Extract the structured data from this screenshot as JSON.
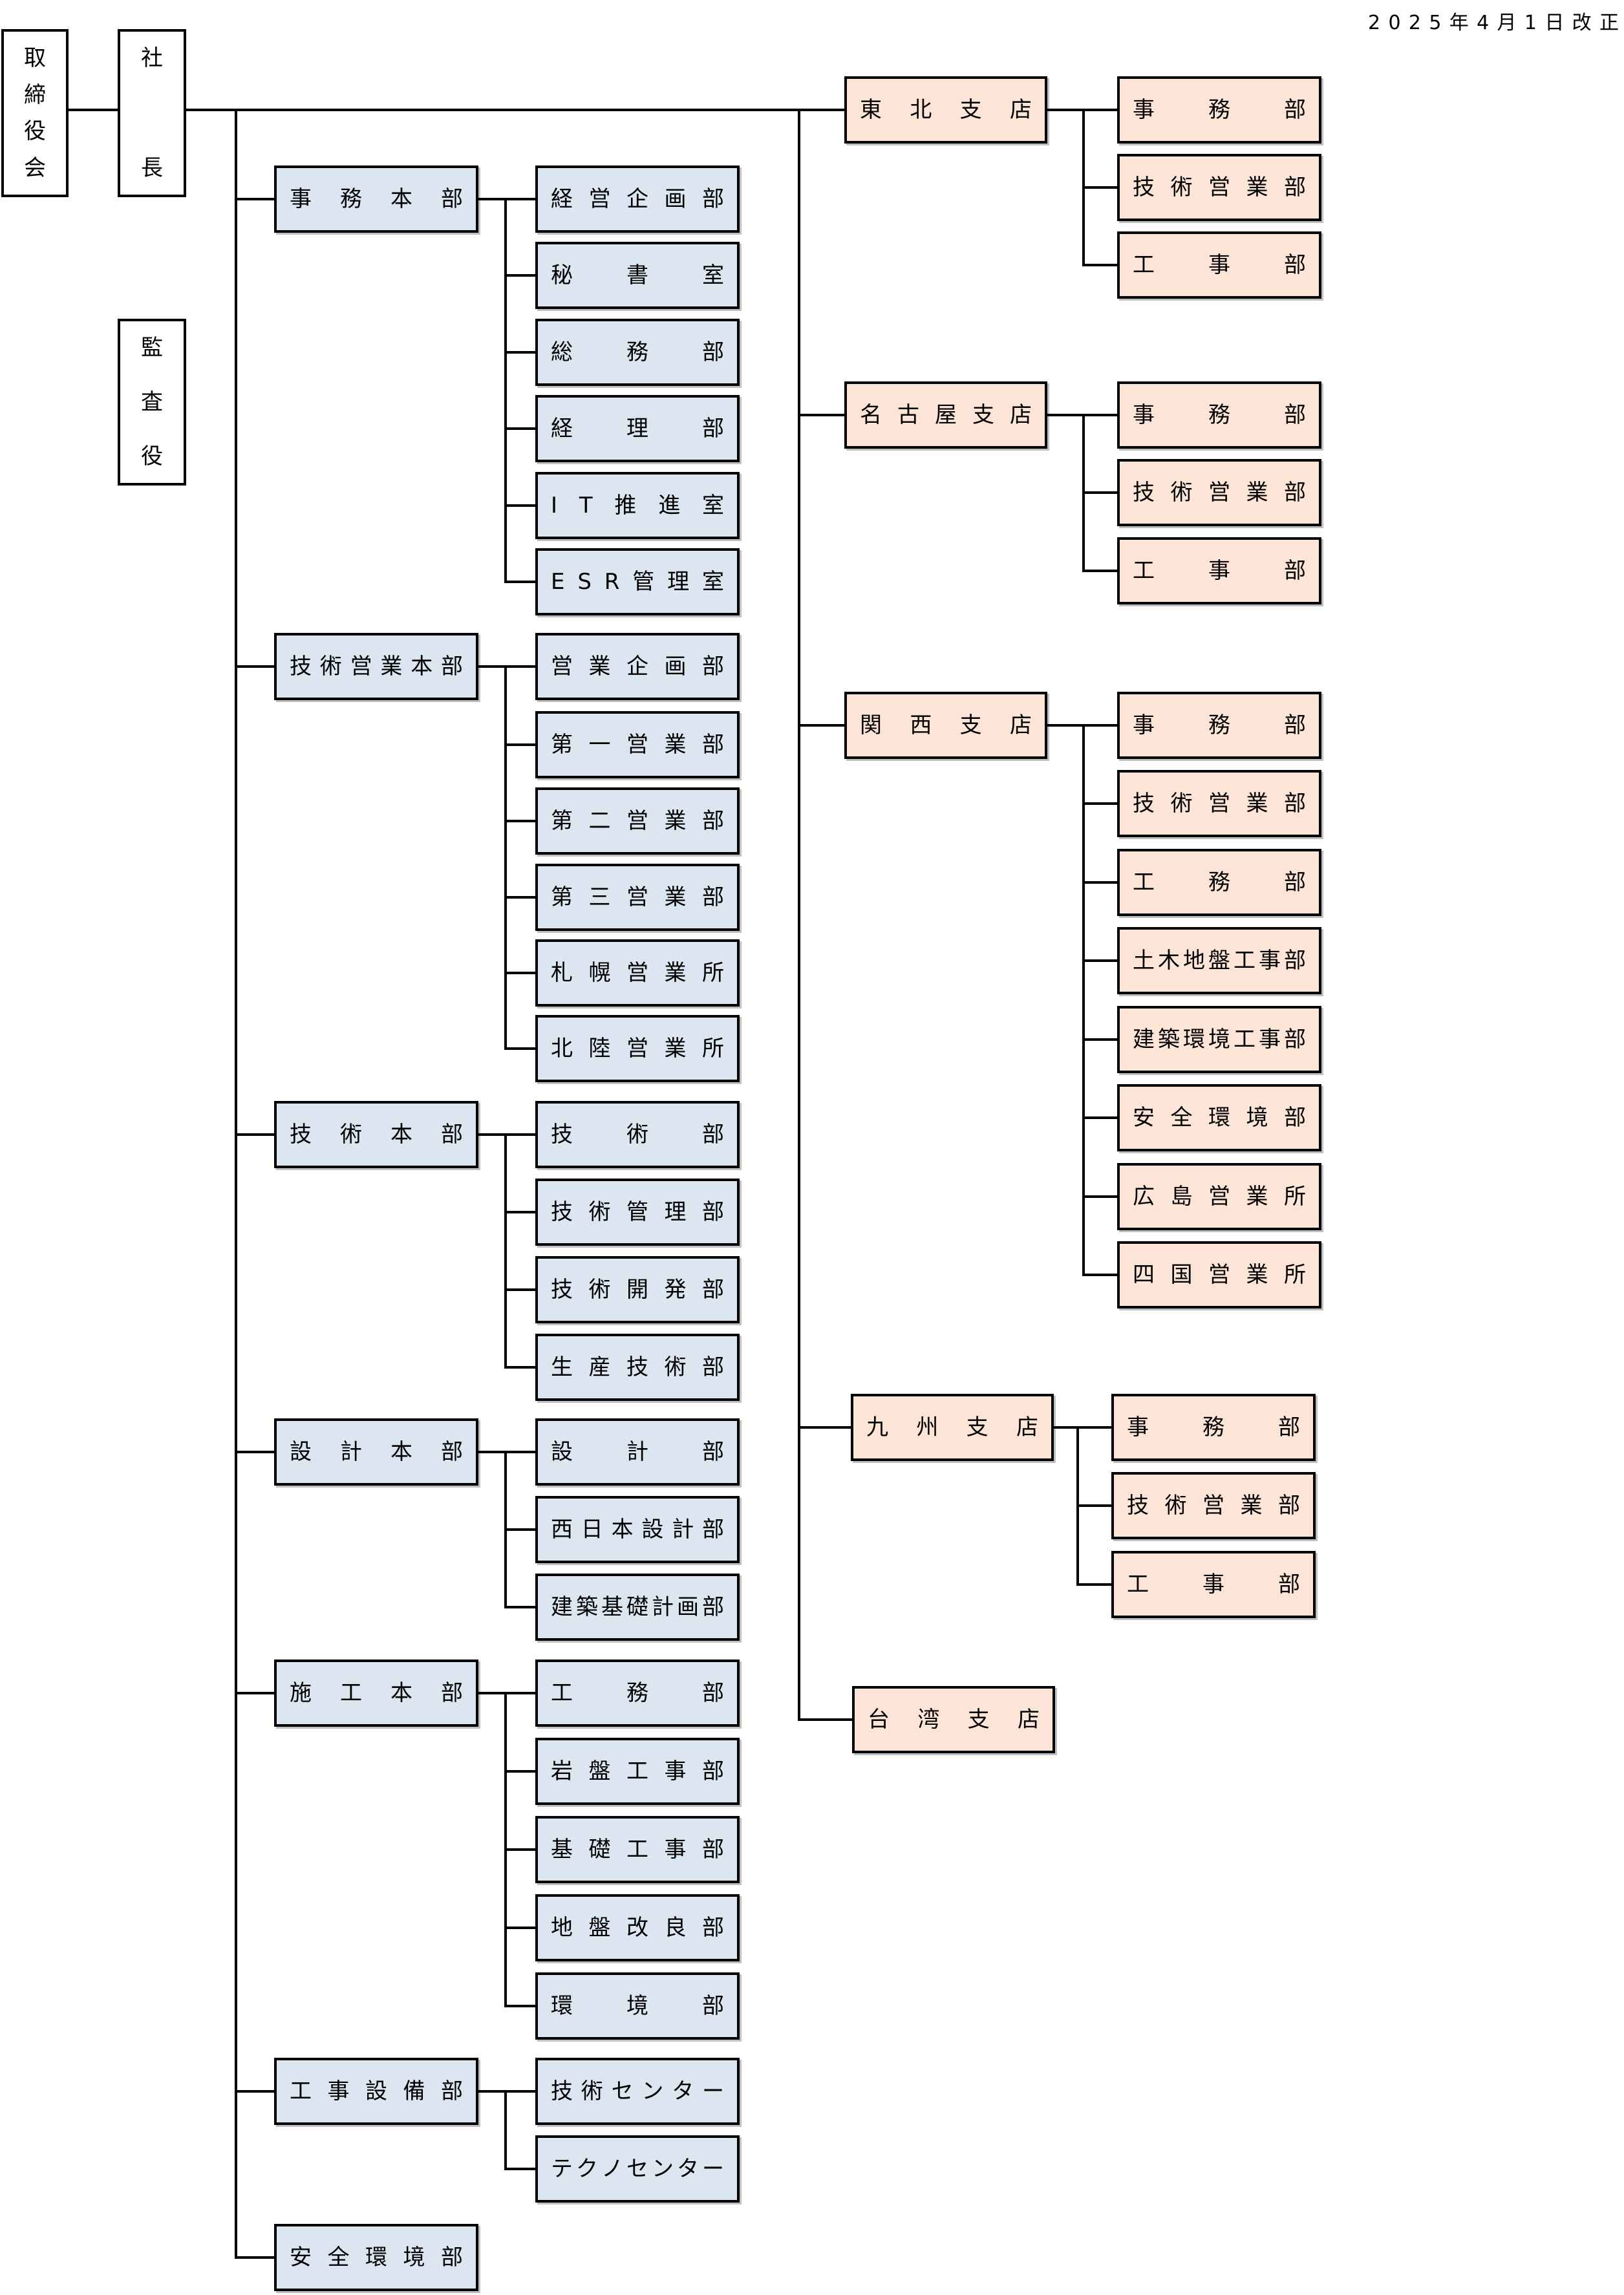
{
  "revision_date": "2025年4月1日改正",
  "colors": {
    "headquarters": "#dce6f1",
    "branch": "#fce4d6",
    "executive": "#ffffff",
    "line": "#000000"
  },
  "executives": {
    "board": "取締役会",
    "president": "社長",
    "auditor": "監査役"
  },
  "headquarters": [
    {
      "name": "事務本部",
      "departments": [
        "経営企画部",
        "秘書室",
        "総務部",
        "経理部",
        "IT推進室",
        "ESR管理室"
      ]
    },
    {
      "name": "技術営業本部",
      "departments": [
        "営業企画部",
        "第一営業部",
        "第二営業部",
        "第三営業部",
        "札幌営業所",
        "北陸営業所"
      ]
    },
    {
      "name": "技術本部",
      "departments": [
        "技術部",
        "技術管理部",
        "技術開発部",
        "生産技術部"
      ]
    },
    {
      "name": "設計本部",
      "departments": [
        "設計部",
        "西日本設計部",
        "建築基礎計画部"
      ]
    },
    {
      "name": "施工本部",
      "departments": [
        "工務部",
        "岩盤工事部",
        "基礎工事部",
        "地盤改良部",
        "環境部"
      ]
    },
    {
      "name": "工事設備部",
      "departments": [
        "技術センター",
        "テクノセンター"
      ]
    },
    {
      "name": "安全環境部",
      "departments": []
    }
  ],
  "branches": [
    {
      "name": "東北支店",
      "departments": [
        "事務部",
        "技術営業部",
        "工事部"
      ]
    },
    {
      "name": "名古屋支店",
      "departments": [
        "事務部",
        "技術営業部",
        "工事部"
      ]
    },
    {
      "name": "関西支店",
      "departments": [
        "事務部",
        "技術営業部",
        "工務部",
        "土木地盤工事部",
        "建築環境工事部",
        "安全環境部",
        "広島営業所",
        "四国営業所"
      ]
    },
    {
      "name": "九州支店",
      "departments": [
        "事務部",
        "技術営業部",
        "工事部"
      ]
    },
    {
      "name": "台湾支店",
      "departments": []
    }
  ]
}
